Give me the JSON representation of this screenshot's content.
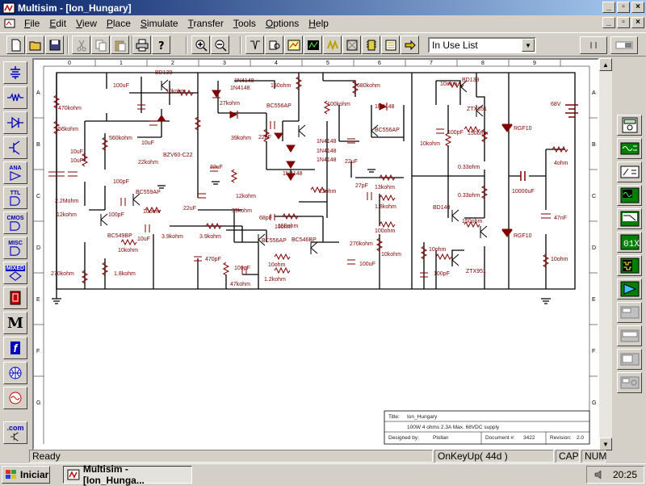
{
  "window": {
    "title": "Multisim - [Ion_Hungary]"
  },
  "menu": {
    "items": [
      {
        "key": "F",
        "rest": "ile"
      },
      {
        "key": "E",
        "rest": "dit"
      },
      {
        "key": "V",
        "rest": "iew"
      },
      {
        "key": "P",
        "rest": "lace"
      },
      {
        "key": "S",
        "rest": "imulate"
      },
      {
        "key": "T",
        "rest": "ransfer"
      },
      {
        "key": "T",
        "rest": "ools"
      },
      {
        "key": "O",
        "rest": "ptions"
      },
      {
        "key": "H",
        "rest": "elp"
      }
    ]
  },
  "toolbar": {
    "in_use_list": "In Use List"
  },
  "left_palette": [
    {
      "icon": "power-source-icon",
      "label": ""
    },
    {
      "icon": "resistor-icon",
      "label": ""
    },
    {
      "icon": "diode-icon",
      "label": ""
    },
    {
      "icon": "transistor-icon",
      "label": ""
    },
    {
      "icon": "analog-icon",
      "label": "ANA"
    },
    {
      "icon": "ttl-icon",
      "label": "TTL"
    },
    {
      "icon": "cmos-icon",
      "label": "CMOS"
    },
    {
      "icon": "misc-digital-icon",
      "label": "MISC"
    },
    {
      "icon": "mixed-icon",
      "label": "MIXED"
    },
    {
      "icon": "indicator-icon",
      "label": ""
    },
    {
      "icon": "misc-icon",
      "label": "M"
    },
    {
      "icon": "controls-icon",
      "label": "f"
    },
    {
      "icon": "rf-icon",
      "label": ""
    },
    {
      "icon": "electromech-icon",
      "label": ""
    },
    {
      "icon": "dotcom-icon",
      "label": ".com"
    }
  ],
  "right_palette": [
    "multimeter-icon",
    "function-generator-icon",
    "wattmeter-icon",
    "oscilloscope-icon",
    "bode-plotter-icon",
    "word-generator-icon",
    "logic-analyzer-icon",
    "logic-converter-icon",
    "distortion-analyzer-icon",
    "spectrum-analyzer-icon",
    "network-analyzer-icon",
    "agilent-icon"
  ],
  "ruler": {
    "cols": [
      "0",
      "1",
      "2",
      "3",
      "4",
      "5",
      "6",
      "7",
      "8",
      "9"
    ],
    "rows": [
      "A",
      "B",
      "C",
      "D",
      "E",
      "F",
      "G"
    ]
  },
  "schematic": {
    "labels": {
      "bd139_top": "BD139",
      "c100u_1": "100uF",
      "n4148_1": "1N4148",
      "n4148_2": "1N4148",
      "r150_1": "150ohm",
      "r680": "680kohm",
      "r10_1": "10ohm",
      "bd139_r": "BD139",
      "r470k": "470kohm",
      "r10k_1": "10kohm",
      "r27k": "27kohm",
      "bc556_1": "BC556AP",
      "r100k": "100kohm",
      "n4148_3": "1N4148",
      "ztx851": "ZTX851",
      "v68": "68V",
      "r56k": "56kohm",
      "c10u_1": "10uF",
      "r560k": "560kohm",
      "r39k": "39kohm",
      "c22p_1": "22pF",
      "n4148_4": "1N4148",
      "n4148_5": "1N4148",
      "n4148_6": "1N4148",
      "bc556_2": "BC556AP",
      "c100p_1": "100pF",
      "r150_2": "150ohm",
      "rgf10_1": "RGF10",
      "r10k_2": "10kohm",
      "c10u_2": "10uF",
      "c10u_3": "10uF",
      "bzv": "BZV60-C22",
      "r22k": "22kohm",
      "c22u_1": "22uF",
      "c22u_2": "22uF",
      "r4ohm": "4ohm",
      "r033_1": "0.33ohm",
      "n4148_7": "1N4148",
      "r22ohm": "22ohm",
      "c27p": "27pF",
      "r13k": "13kohm",
      "c10000u": "10000uF",
      "r22m": "2.2Mohm",
      "c100p_2": "100pF",
      "bc559": "BC559AP",
      "r12k_1": "12kohm",
      "r12k_2": "12kohm",
      "r033_2": "0.33ohm",
      "r10ohm_1": "10ohm",
      "r39k_2": "39kohm",
      "r18k_1": "1.8kohm",
      "bd140": "BD140",
      "c47n": "47nF",
      "c100p_3": "100pF",
      "c22u_3": "22uF",
      "c68p": "68pF",
      "r150_3": "150ohm",
      "r150_4": "150ohm",
      "bc549": "BC549BP",
      "c10u_4": "10uF",
      "r39k_3": "3.9kohm",
      "r39k_4": "3.9kohm",
      "bc556_3": "BC556AP",
      "bc546": "BC546BP",
      "r100ohm": "100ohm",
      "rgf10_2": "RGF10",
      "r10k_3": "10kohm",
      "r270k_1": "270kohm",
      "r10ohm_2": "10ohm",
      "r10ohm_3": "10ohm",
      "c470p": "470pF",
      "c100p_4": "100pF",
      "r10ohm_4": "10ohm",
      "c100u_2": "100uF",
      "r10k_4": "10kohm",
      "r10ohm_5": "10ohm",
      "ztx951": "ZTX951",
      "r10ohm_6": "10ohm",
      "r270k_2": "270kohm",
      "r18k_2": "1.8kohm",
      "r47k": "47kohm",
      "r12k_3": "1.2kohm",
      "c100p_5": "100pF"
    },
    "title_block": {
      "title_label": "Title:",
      "title_value": "Ion_Hungary",
      "desc": "100W 4 ohms  2.3A Max. 68VDC supply",
      "designed_label": "Designed by:",
      "designed_value": "Plollan",
      "doc_label": "Document #:",
      "doc_value": "3422",
      "rev_label": "Revision:",
      "rev_value": "2.0"
    }
  },
  "status": {
    "main": "Ready",
    "key": "OnKeyUp( 44d )",
    "cap": "CAP",
    "num": "NUM"
  },
  "taskbar": {
    "start": "Iniciar",
    "task": "Multisim - [Ion_Hunga...",
    "clock": "20:25"
  }
}
